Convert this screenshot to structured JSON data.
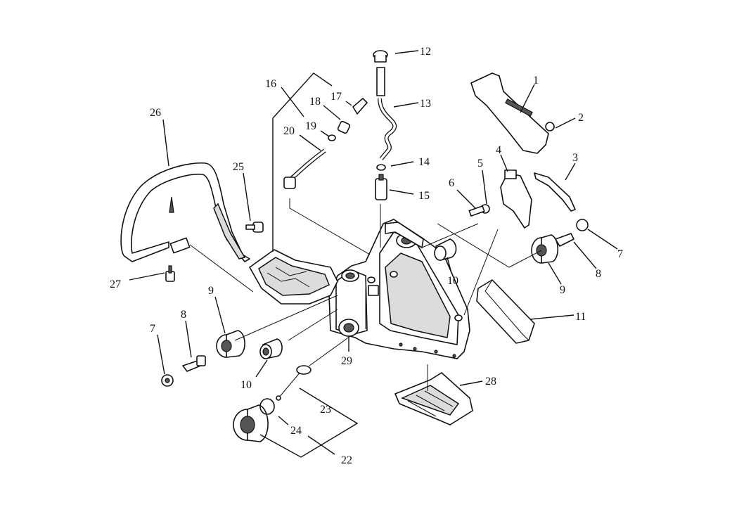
{
  "figure": {
    "callouts": {
      "c1": "1",
      "c2": "2",
      "c3": "3",
      "c4": "4",
      "c5": "5",
      "c6": "6",
      "c7a": "7",
      "c7b": "7",
      "c8a": "8",
      "c8b": "8",
      "c9a": "9",
      "c9b": "9",
      "c10a": "10",
      "c10b": "10",
      "c11": "11",
      "c12": "12",
      "c13": "13",
      "c14": "14",
      "c15": "15",
      "c16": "16",
      "c17": "17",
      "c18": "18",
      "c19": "19",
      "c20": "20",
      "c22": "22",
      "c23": "23",
      "c24": "24",
      "c25": "25",
      "c26": "26",
      "c27": "27",
      "c28": "28",
      "c29": "29"
    }
  }
}
